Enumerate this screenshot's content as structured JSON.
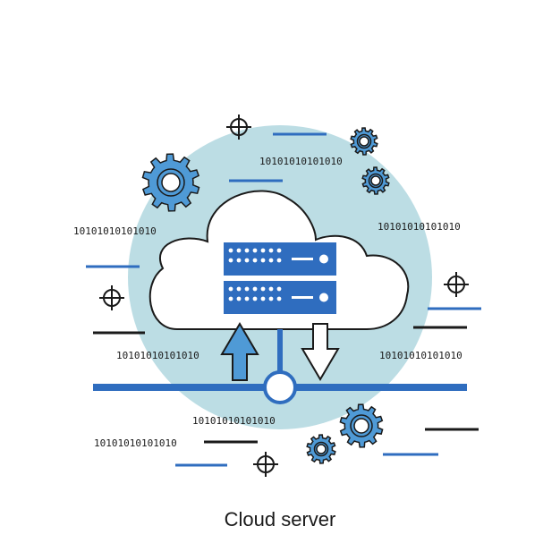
{
  "caption": "Cloud server",
  "binary_strings": [
    "10101010101010",
    "10101010101010",
    "10101010101010",
    "10101010101010",
    "10101010101010",
    "10101010101010",
    "10101010101010"
  ],
  "colors": {
    "blue": "#2f6dbf",
    "light_blue": "#4f9ad6",
    "pale_circle": "#bcdde4",
    "outline": "#1a1a1a",
    "white": "#ffffff"
  },
  "icons": [
    "cloud-icon",
    "server-icon",
    "gear-icon",
    "crosshair-icon",
    "upload-arrow-icon",
    "download-arrow-icon"
  ]
}
